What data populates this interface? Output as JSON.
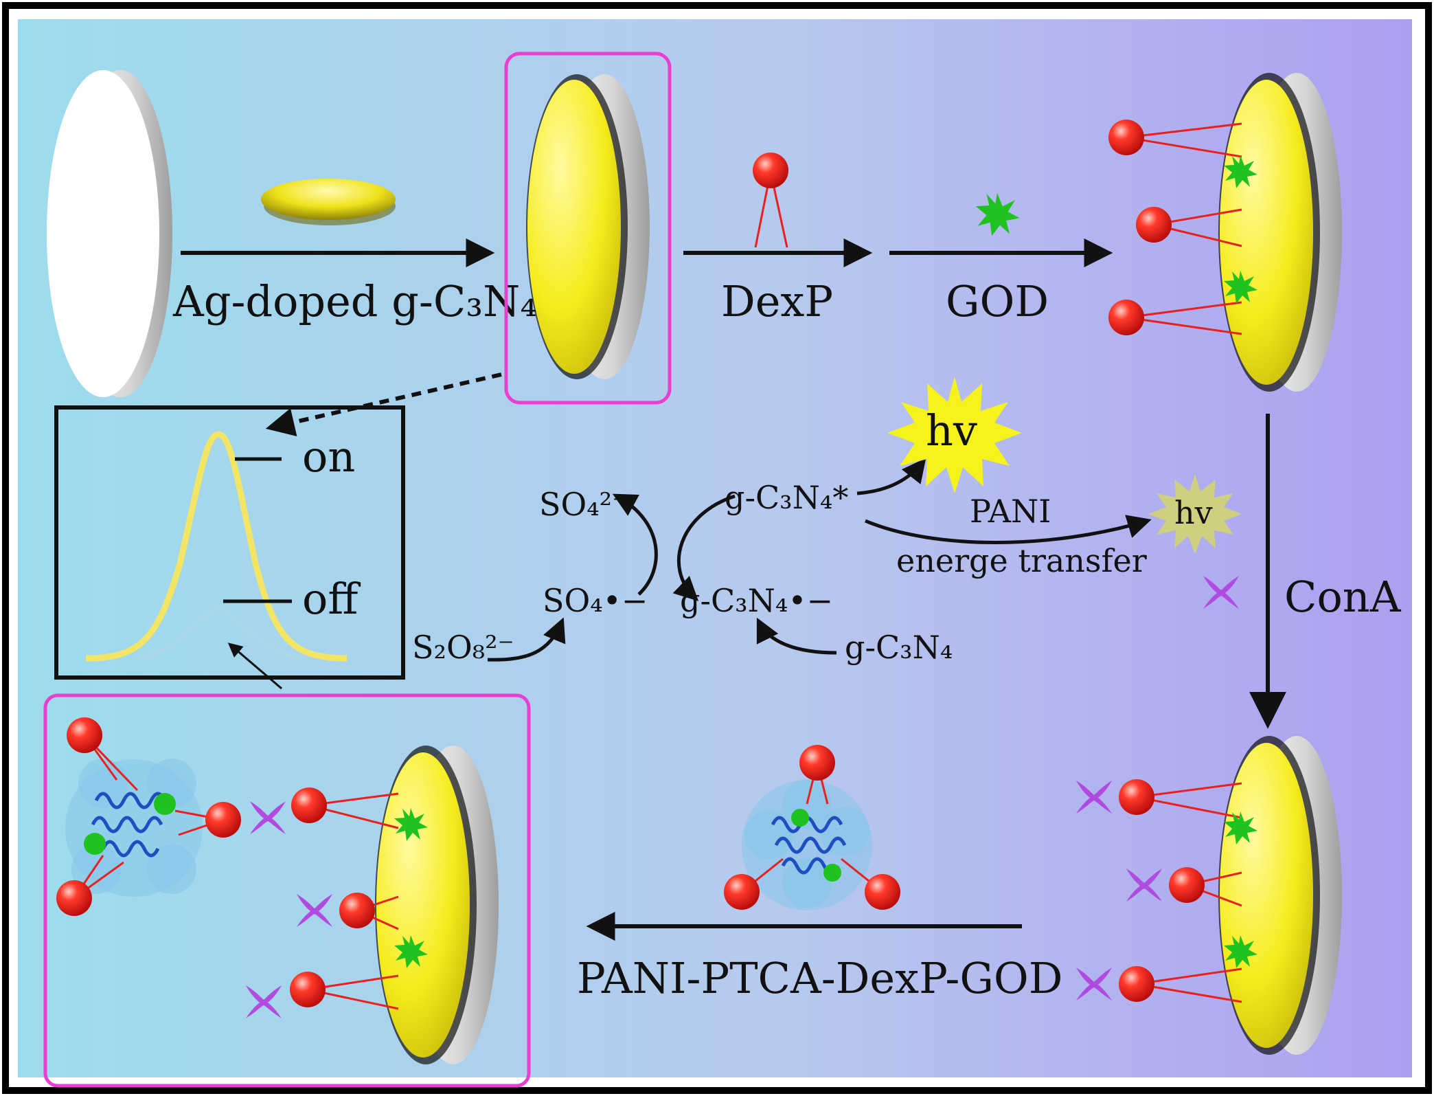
{
  "colors": {
    "gradient_start": "#9ddcec",
    "gradient_mid": "#b7c9ee",
    "gradient_end": "#ad9ff0",
    "electrode_face": "#f6ec1c",
    "electrode_rim": "#cfcfcf",
    "highlight_box": "#e83fcf",
    "dexp_ball": "#e8201e",
    "god_star": "#1fc21f",
    "cona_cross": "#b14be0",
    "hv_burst": "#f6f21c",
    "hv_burst_dim": "#cfcf80",
    "curve_on": "#f3e565",
    "curve_off": "#aad7ea",
    "pani_cluster": "#87c6ea",
    "pani_coil": "#1d4fc0"
  },
  "steps": {
    "modify": "Ag-doped g-C₃N₄",
    "dexp": "DexP",
    "god": "GOD",
    "cona": "ConA",
    "probe": "PANI-PTCA-DexP-GOD"
  },
  "signal": {
    "on": "on",
    "off": "off"
  },
  "mechanism": {
    "so4_2minus": "SO₄²⁻",
    "so4_radical": "SO₄•−",
    "s2o8": "S₂O₈²⁻",
    "gcn_excited": "g-C₃N₄*",
    "gcn_radical": "g-C₃N₄•−",
    "gcn": "g-C₃N₄",
    "pani": "PANI",
    "energy_transfer": "energe transfer",
    "hv_bright": "hv",
    "hv_dim": "hv"
  }
}
